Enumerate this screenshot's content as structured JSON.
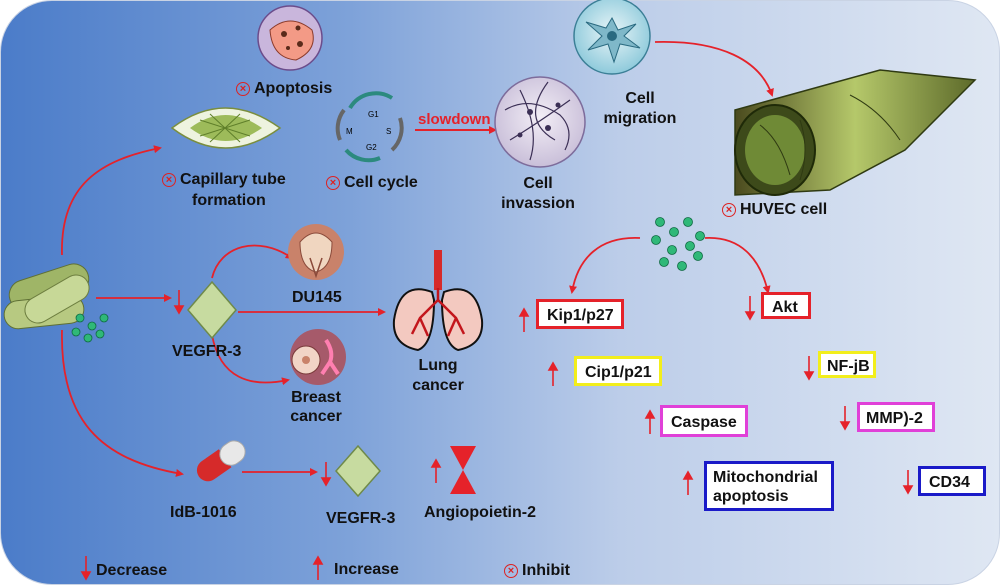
{
  "labels": {
    "apoptosis": "Apoptosis",
    "capillary_line1": "Capillary tube",
    "capillary_line2": "formation",
    "cell_cycle": "Cell cycle",
    "slowdown": "slowdown",
    "cell_invasion_line1": "Cell",
    "cell_invasion_line2": "invassion",
    "cell_migration_line1": "Cell",
    "cell_migration_line2": "migration",
    "huvec": "HUVEC cell",
    "vegfr3_top": "VEGFR-3",
    "du145": "DU145",
    "breast_line1": "Breast",
    "breast_line2": "cancer",
    "lung_line1": "Lung",
    "lung_line2": "cancer",
    "idb": "IdB-1016",
    "vegfr3_bottom": "VEGFR-3",
    "angiopoietin": "Angiopoietin-2"
  },
  "cycle_phases": {
    "g1": "G1",
    "s": "S",
    "g2": "G2",
    "m": "M"
  },
  "boxes": {
    "kip": "Kip1/p27",
    "akt": "Akt",
    "cip": "Cip1/p21",
    "nfjb": "NF-jB",
    "caspase": "Caspase",
    "mmp": "MMP)-2",
    "mito_line1": "Mitochondrial",
    "mito_line2": "apoptosis",
    "cd34": "CD34"
  },
  "legend": {
    "decrease": "Decrease",
    "increase": "Increase",
    "inhibit": "Inhibit"
  },
  "colors": {
    "arrow": "#e5222a",
    "box_red": "#e5222a",
    "box_yellow": "#f2ee1c",
    "box_magenta": "#e040d8",
    "box_blue": "#1a1ac8",
    "diamond": "#c7dba0",
    "dots": "#2fb878"
  }
}
